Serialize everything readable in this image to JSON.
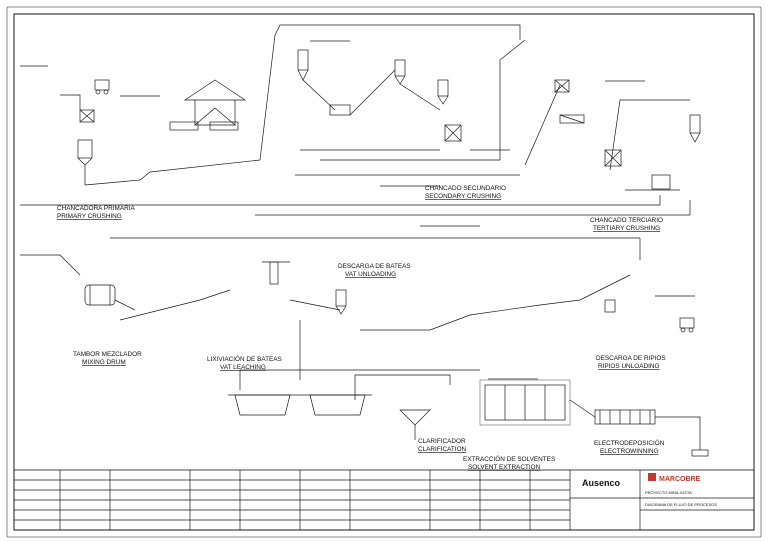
{
  "sections": [
    {
      "es": "CHANCADORA PRIMARIA",
      "en": "PRIMARY CRUSHING"
    },
    {
      "es": "CHANCADO SECUNDARIO",
      "en": "SECONDARY CRUSHING"
    },
    {
      "es": "CHANCADO TERCIARIO",
      "en": "TERTIARY CRUSHING"
    },
    {
      "es": "DESCARGA DE BATEAS",
      "en": "VAT UNLOADING"
    },
    {
      "es": "TAMBOR MEZCLADOR",
      "en": "MIXING DRUM"
    },
    {
      "es": "LIXIVIACIÓN DE BATEAS",
      "en": "VAT LEACHING"
    },
    {
      "es": "DESCARGA DE RIPIOS",
      "en": "RIPIOS UNLOADING"
    },
    {
      "es": "CLARIFICADOR",
      "en": "CLARIFICATION"
    },
    {
      "es": "EXTRACCIÓN DE SOLVENTES",
      "en": "SOLVENT EXTRACTION"
    },
    {
      "es": "ELECTRODEPOSICIÓN",
      "en": "ELECTROWINNING"
    }
  ],
  "title_block": {
    "company_1": "Ausenco",
    "company_2": "MARCOBRE",
    "project": "PROYECTO MINA JUSTA",
    "drawing_title": "DIAGRAMA DE FLUJO DE PROCESOS"
  },
  "colors": {
    "line": "#1a1a1a",
    "paper": "#ffffff",
    "brand_red": "#c0392b"
  }
}
